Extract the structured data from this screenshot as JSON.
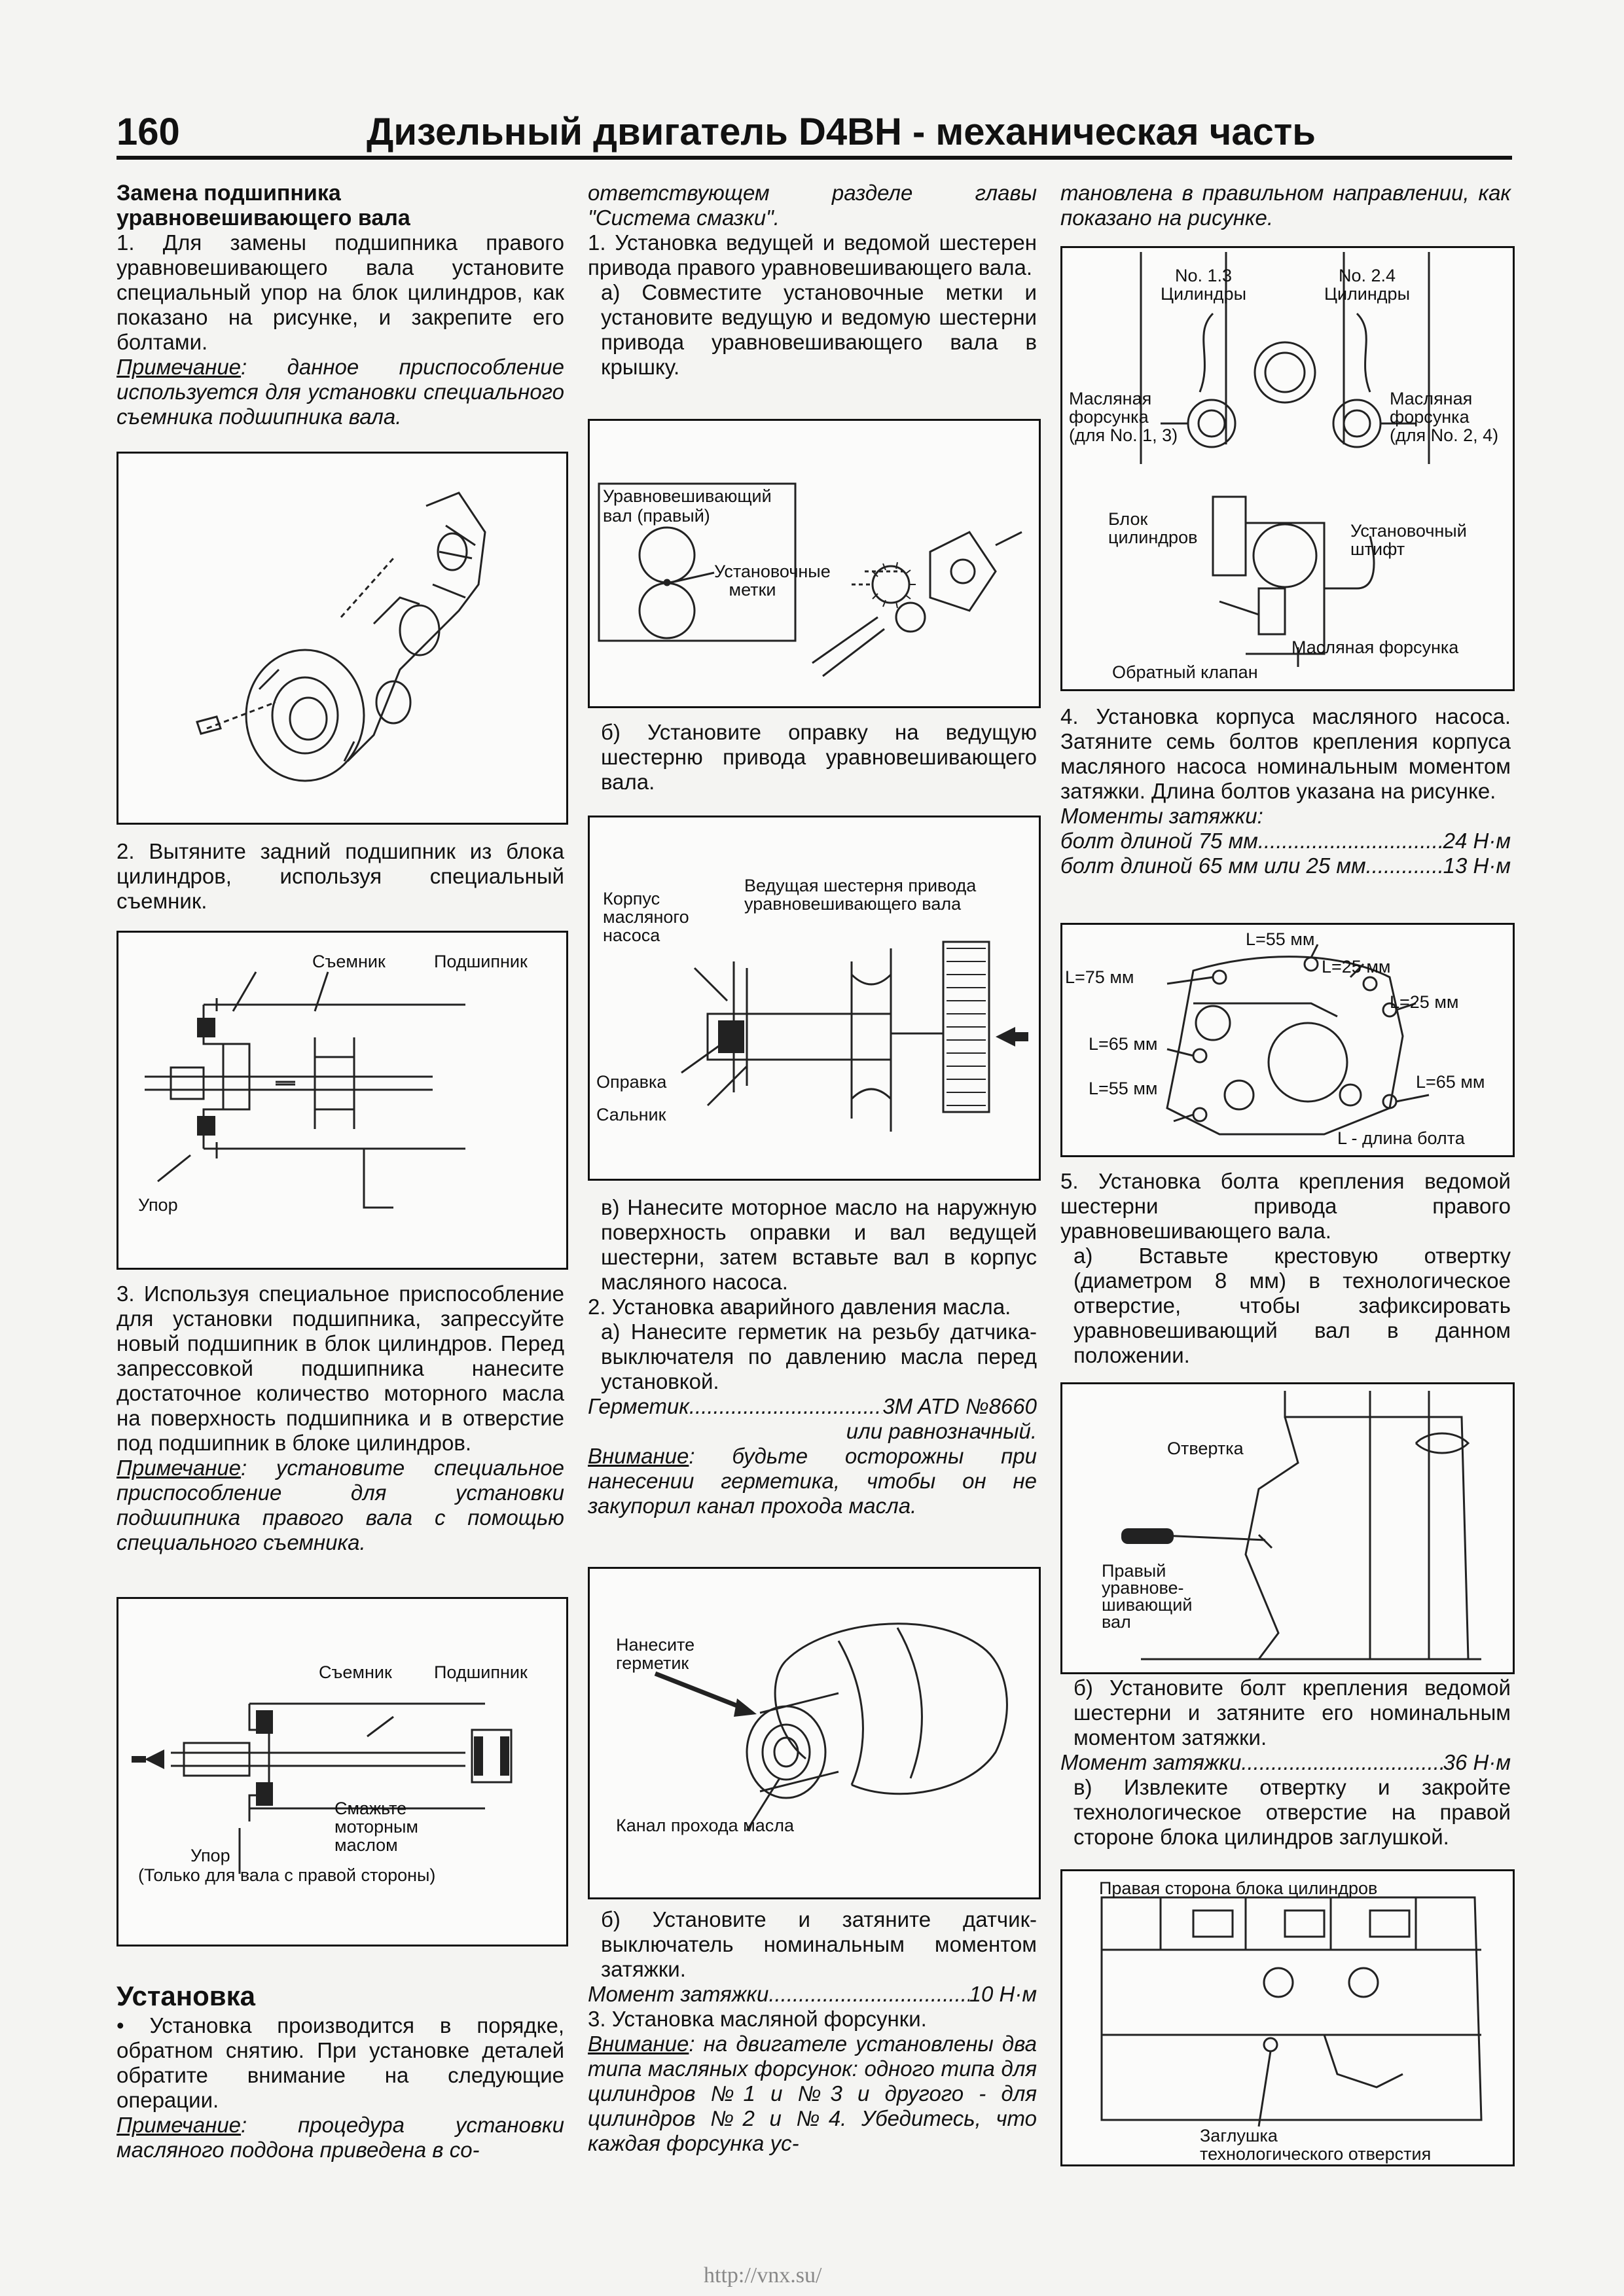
{
  "header": {
    "page_number": "160",
    "title": "Дизельный двигатель D4BH - механическая часть"
  },
  "col1": {
    "heading_line1": "Замена подшипника",
    "heading_line2": "уравновешивающего вала",
    "step1": "1. Для замены подшипника правого уравновешивающего вала установите специальный упор на блок цилиндров, как показано на рисунке, и закрепите его болтами.",
    "note1_label": "Примечание",
    "note1_text": ": данное приспособление используется для установки специального съемника подшипника вала.",
    "step2": "2. Вытяните задний подшипник из блока цилиндров, используя специальный съемник.",
    "step3": "3. Используя специальное приспособление для установки подшипника, запрессуйте новый подшипник в блок цилиндров. Перед запрессовкой подшипника нанесите достаточное количество моторного масла на поверхность подшипника и в отверстие под подшипник в блоке цилиндров.",
    "note2_label": "Примечание",
    "note2_text": ": установите специальное приспособление для установки подшипника правого вала с помощью специального съемника.",
    "install_heading": "Установка",
    "install_bullet": "• Установка производится в порядке, обратном снятию. При установке деталей обратите внимание на следующие операции.",
    "note3_label": "Примечание",
    "note3_text": ": процедура установки масляного поддона приведена в со-"
  },
  "fig2": {
    "puller": "Съемник",
    "bearing": "Подшипник",
    "stop": "Упор"
  },
  "fig3": {
    "puller": "Съемник",
    "bearing": "Подшипник",
    "lube1": "Смажьте",
    "lube2": "моторным",
    "lube3": "маслом",
    "stop": "Упор",
    "only_right": "(Только для вала с правой стороны)"
  },
  "col2": {
    "cont1": "ответствующем разделе главы",
    "cont2": "\"Система смазки\".",
    "step1": "1. Установка ведущей и ведомой шестерен привода правого уравновешивающего вала.",
    "step1a": "а) Совместите установочные метки и установите ведущую и ведомую шестерни привода уравновешивающего вала в крышку.",
    "step1b": "б) Установите оправку на ведущую шестерню привода уравновешивающего вала.",
    "step1c": "в) Нанесите моторное масло на наружную поверхность оправки и вал ведущей шестерни, затем вставьте вал в корпус масляного насоса.",
    "step2": "2. Установка аварийного давления масла.",
    "step2a": "а) Нанесите герметик на резьбу датчика-выключателя по давлению масла перед установкой.",
    "sealant_label": "Герметик",
    "sealant_value": "3M ATD №8660",
    "sealant_alt": "или равнозначный.",
    "warn1_label": "Внимание",
    "warn1_text": ": будьте осторожны при нанесении герметика, чтобы он не закупорил канал прохода масла.",
    "step2b": "б) Установите и затяните датчик-выключатель номинальным моментом затяжки.",
    "torque_label": "Момент затяжки",
    "torque_value": "10 Н·м",
    "step3": "3. Установка масляной форсунки.",
    "warn2_label": "Внимание",
    "warn2_text": ": на двигателе установлены два типа масляных форсунок: одного типа для цилиндров №1 и №3 и другого - для цилиндров №2 и №4. Убедитесь, что каждая форсунка ус-"
  },
  "fig4": {
    "shaft1": "Уравновешивающий",
    "shaft2": "вал (правый)",
    "marks1": "Установочные",
    "marks2": "метки"
  },
  "fig5": {
    "drive1": "Ведущая шестерня привода",
    "drive2": "уравновешивающего вала",
    "housing1": "Корпус",
    "housing2": "масляного",
    "housing3": "насоса",
    "mandrel": "Оправка",
    "seal": "Сальник"
  },
  "fig6": {
    "apply1": "Нанесите",
    "apply2": "герметик",
    "channel": "Канал прохода масла"
  },
  "col3": {
    "cont1": "тановлена в правильном направлении, как показано на рисунке.",
    "step4": "4. Установка корпуса масляного насоса. Затяните семь болтов крепления корпуса масляного насоса номинальным моментом затяжки. Длина болтов указана на рисунке.",
    "torques_label": "Моменты затяжки:",
    "bolt75_label": "болт длиной 75 мм",
    "bolt75_value": "24 Н·м",
    "bolt65_label": "болт длиной 65 мм или 25 мм",
    "bolt65_value": "13 Н·м",
    "step5": "5. Установка болта крепления ведомой шестерни привода правого уравновешивающего вала.",
    "step5a": "а) Вставьте крестовую отвертку (диаметром 8 мм) в технологическое отверстие, чтобы зафиксировать уравновешивающий вал в данном положении.",
    "step5b": "б) Установите болт крепления ведомой шестерни и затяните его номинальным моментом затяжки.",
    "torque_label": "Момент затяжки",
    "torque_value": "36 Н·м",
    "step5c": "в) Извлеките отвертку и закройте технологическое отверстие на правой стороне блока цилиндров заглушкой."
  },
  "fig7": {
    "no13": "No. 1.3",
    "cyl13": "Цилиндры",
    "no24": "No. 2.4",
    "cyl24": "Цилиндры",
    "jetL1": "Масляная",
    "jetL2": "форсунка",
    "jetL3": "(для No. 1, 3)",
    "jetR1": "Масляная",
    "jetR2": "форсунка",
    "jetR3": "(для No. 2, 4)",
    "block1": "Блок",
    "block2": "цилиндров",
    "pin1": "Установочный",
    "pin2": "штифт",
    "jet": "Масляная форсунка",
    "valve": "Обратный клапан"
  },
  "fig8": {
    "l55a": "L=55 мм",
    "l25a": "L=25 мм",
    "l75": "L=75 мм",
    "l25b": "L=25 мм",
    "l65a": "L=65 мм",
    "l55b": "L=55 мм",
    "l65b": "L=65 мм",
    "legend": "L - длина болта"
  },
  "fig9": {
    "screwdriver": "Отвертка",
    "shaft1": "Правый",
    "shaft2": "уравнове-",
    "shaft3": "шивающий",
    "shaft4": "вал"
  },
  "fig10": {
    "title": "Правая сторона блока цилиндров",
    "plug1": "Заглушка",
    "plug2": "технологического отверстия"
  },
  "footer": {
    "url": "http://vnx.su/"
  }
}
